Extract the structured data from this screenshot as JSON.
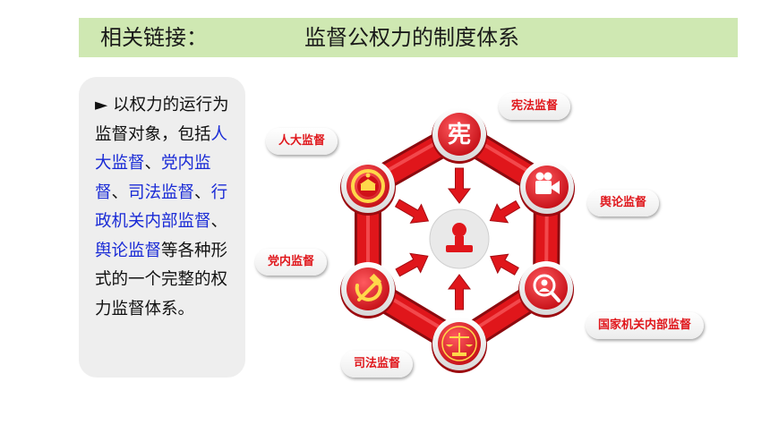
{
  "header": {
    "label": "相关链接：",
    "title": "监督公权力的制度体系"
  },
  "card": {
    "bullet": "► ",
    "segments": [
      {
        "text": "以权力的运行为监督对象，包括",
        "highlight": false
      },
      {
        "text": "人大监督",
        "highlight": true
      },
      {
        "text": "、",
        "highlight": false
      },
      {
        "text": "党内监督",
        "highlight": true
      },
      {
        "text": "、",
        "highlight": false
      },
      {
        "text": "司法监督",
        "highlight": true
      },
      {
        "text": "、",
        "highlight": false
      },
      {
        "text": "行政机关内部监督",
        "highlight": true
      },
      {
        "text": "、",
        "highlight": false
      },
      {
        "text": "舆论监督",
        "highlight": true
      },
      {
        "text": "等各种形式的一个完整的权力监督体系。",
        "highlight": false
      }
    ],
    "highlight_color": "#1a2bd6"
  },
  "diagram": {
    "center_icon": "person-stamp-icon",
    "nodes": [
      {
        "id": "constitution",
        "icon_text": "宪",
        "icon": "xian-character-icon",
        "label": "宪法监督"
      },
      {
        "id": "public-opinion",
        "icon_text": "",
        "icon": "video-camera-icon",
        "label": "舆论监督"
      },
      {
        "id": "admin",
        "icon_text": "",
        "icon": "magnifier-person-icon",
        "label": "国家机关内部监督"
      },
      {
        "id": "judicial",
        "icon_text": "",
        "icon": "court-emblem-icon",
        "label": "司法监督"
      },
      {
        "id": "party",
        "icon_text": "",
        "icon": "hammer-sickle-icon",
        "label": "党内监督"
      },
      {
        "id": "npc",
        "icon_text": "",
        "icon": "national-emblem-icon",
        "label": "人大监督"
      }
    ],
    "colors": {
      "accent": "#e0161b",
      "dark": "#b00d12",
      "label": "#e0161b"
    }
  }
}
